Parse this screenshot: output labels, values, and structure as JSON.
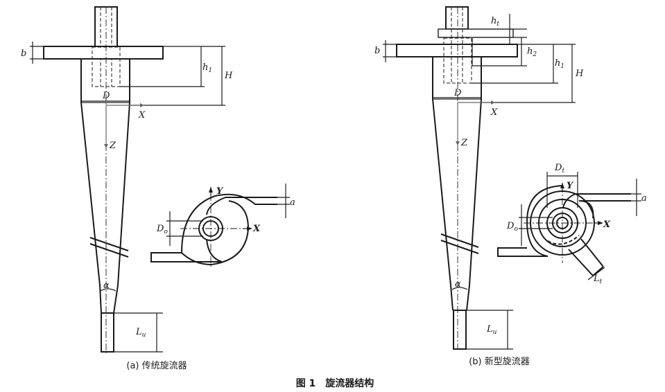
{
  "labels": {
    "b": "b",
    "h1": "h",
    "h1_sub": "1",
    "h2": "h",
    "h2_sub": "2",
    "ht": "h",
    "ht_sub": "t",
    "H": "H",
    "D": "D",
    "X": "X",
    "Z": "Z",
    "Y": "Y",
    "a": "a",
    "Do": "D",
    "Do_sub": "o",
    "Dt": "D",
    "Dt_sub": "t",
    "Lt": "L",
    "Lt_sub": "t",
    "Lu": "L",
    "Lu_sub": "u",
    "alpha": "α"
  },
  "captions": {
    "a": "(a) 传统旋流器",
    "b": "(b) 新型旋流器",
    "figure": "图 1　旋流器结构"
  }
}
